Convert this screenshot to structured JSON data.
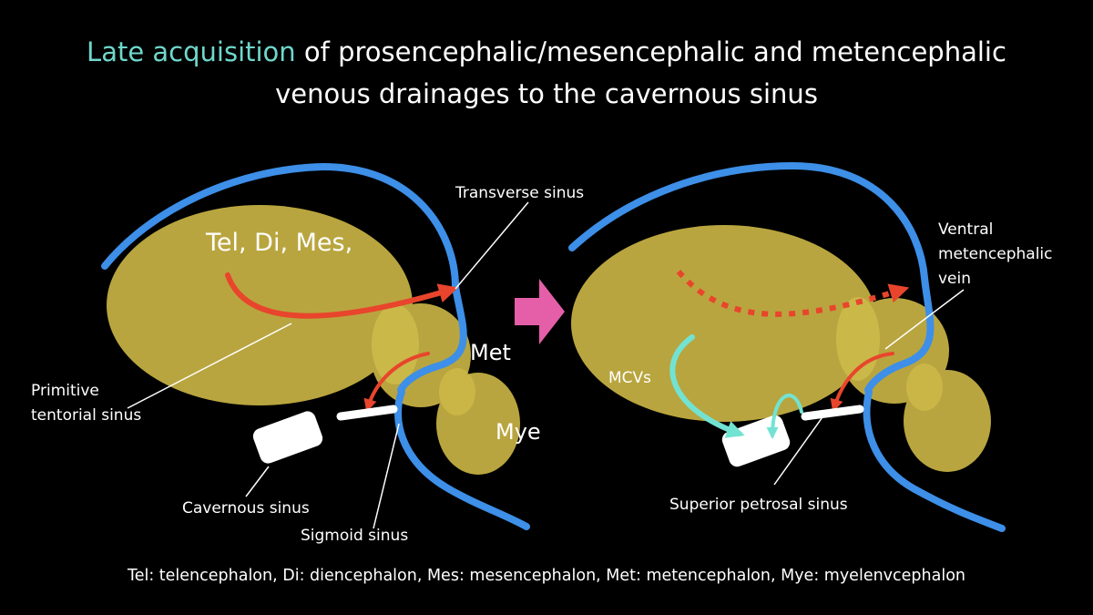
{
  "title": {
    "highlight": "Late acquisition",
    "rest_line1": " of prosencephalic/mesencephalic and metencephalic",
    "line2": "venous drainages to the cavernous sinus"
  },
  "left_panel": {
    "region_label_brain": "Tel, Di, Mes,",
    "region_label_met": "Met",
    "region_label_mye": "Mye",
    "label_transverse": "Transverse sinus",
    "label_primitive_line1": "Primitive",
    "label_primitive_line2": "tentorial sinus",
    "label_cavernous": "Cavernous sinus",
    "label_sigmoid": "Sigmoid sinus"
  },
  "right_panel": {
    "label_ventral_line1": "Ventral",
    "label_ventral_line2": "metencephalic",
    "label_ventral_line3": "vein",
    "label_mcvs": "MCVs",
    "label_superior_petrosal": "Superior petrosal sinus"
  },
  "footnote": "Tel: telencephalon, Di: diencephalon, Mes: mesencephalon, Met: metencephalon, Mye: myelenvcephalon",
  "colors": {
    "background": "#000000",
    "brain": "#b9a53f",
    "sinus_blue": "#3d8fe8",
    "arrow_red": "#e8452c",
    "arrow_teal": "#72e3d2",
    "transition_arrow": "#e45fa8",
    "title_highlight": "#6fd8cc"
  }
}
